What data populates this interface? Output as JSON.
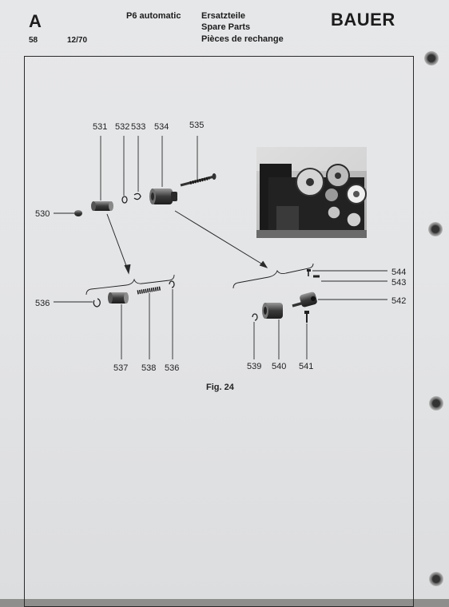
{
  "header": {
    "section_letter": "A",
    "page_number": "58",
    "date_code": "12/70",
    "model": "P6 automatic",
    "title_de": "Ersatzteile",
    "title_en": "Spare Parts",
    "title_fr": "Pièces de rechange",
    "brand": "BAUER"
  },
  "figure": {
    "caption": "Fig. 24",
    "part_labels": {
      "p530": "530",
      "p531": "531",
      "p532": "532",
      "p533": "533",
      "p534": "534",
      "p535": "535",
      "p536a": "536",
      "p536b": "536",
      "p537": "537",
      "p538": "538",
      "p539": "539",
      "p540": "540",
      "p541": "541",
      "p542": "542",
      "p543": "543",
      "p544": "544"
    }
  }
}
